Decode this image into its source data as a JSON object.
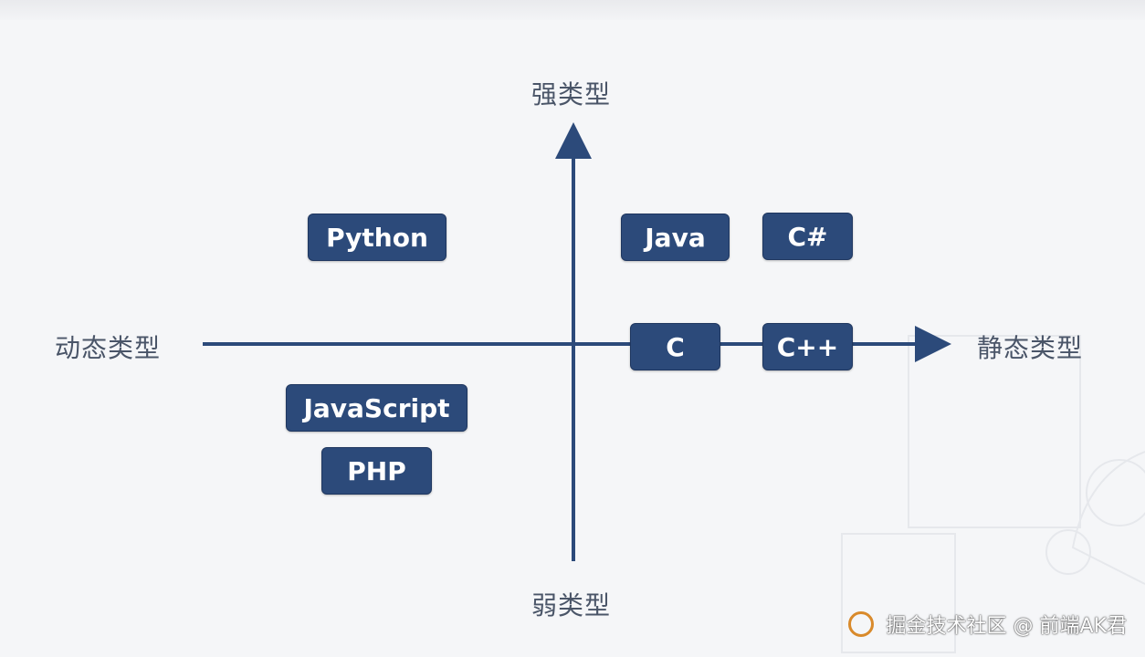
{
  "axes": {
    "top": "强类型",
    "bottom": "弱类型",
    "left": "动态类型",
    "right": "静态类型"
  },
  "languages": {
    "python": "Python",
    "java": "Java",
    "csharp": "C#",
    "c": "C",
    "cpp": "C++",
    "javascript": "JavaScript",
    "php": "PHP"
  },
  "colors": {
    "axis": "#2c4a7a",
    "box": "#2c4a7a",
    "box_text": "#ffffff",
    "label_text": "#4a5568"
  },
  "watermark": {
    "text": "掘金技术社区 @ 前端AK君"
  }
}
